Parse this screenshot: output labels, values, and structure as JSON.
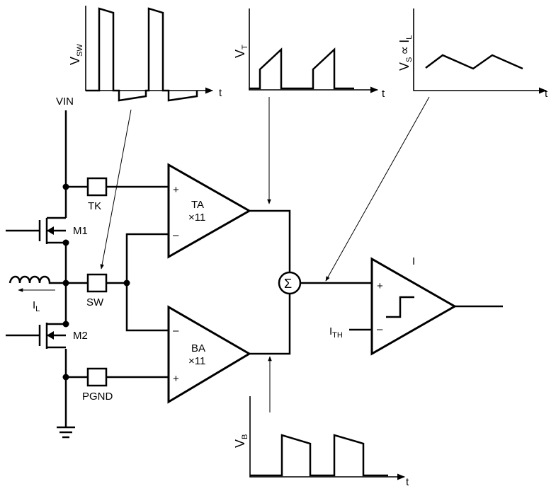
{
  "supply": {
    "vin": "VIN"
  },
  "transistors": {
    "m1": "M1",
    "m2": "M2"
  },
  "pins": {
    "tk": "TK",
    "sw": "SW",
    "pgnd": "PGND"
  },
  "inductor_current": {
    "main": "I",
    "sub": "L"
  },
  "amplifiers": {
    "ta": {
      "name": "TA",
      "gain": "×11",
      "plus": "+",
      "minus": "–"
    },
    "ba": {
      "name": "BA",
      "gain": "×11",
      "plus": "+",
      "minus": "–"
    }
  },
  "summer": {
    "symbol": "Σ"
  },
  "comparator": {
    "name": "I",
    "plus": "+",
    "minus": "–",
    "ith_main": "I",
    "ith_sub": "TH"
  },
  "waveforms": {
    "vsw": {
      "main": "V",
      "sub": "SW",
      "axis": "t"
    },
    "vt": {
      "main": "V",
      "sub": "T",
      "axis": "t"
    },
    "vs": {
      "main": "V",
      "sub": "S",
      "prop": "∝",
      "imain": "I",
      "isub": "L",
      "axis": "t"
    },
    "vb": {
      "main": "V",
      "sub": "B",
      "axis": "t"
    }
  },
  "colors": {
    "line": "#000000",
    "background": "#ffffff"
  }
}
